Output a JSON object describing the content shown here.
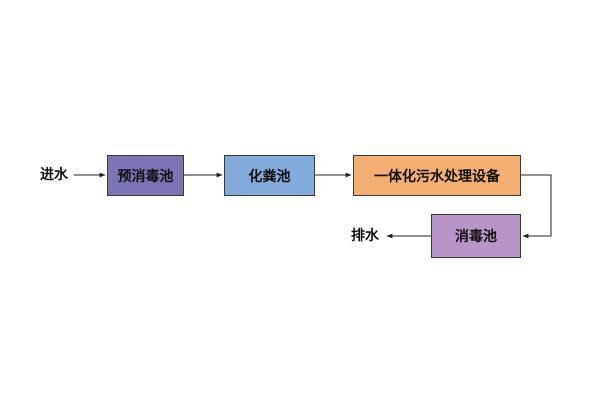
{
  "inlet_label": "进水",
  "outlet_label": "排水",
  "nodes": {
    "pre_disinfection": {
      "label": "预消毒池",
      "color": "#7b74b5"
    },
    "septic_tank": {
      "label": "化粪池",
      "color": "#84a9db"
    },
    "integrated_equipment": {
      "label": "一体化污水处理设备",
      "color": "#f5ae72"
    },
    "disinfection": {
      "label": "消毒池",
      "color": "#b994c9"
    }
  },
  "colors": {
    "line": "#222222",
    "border": "#3a3a3a"
  }
}
